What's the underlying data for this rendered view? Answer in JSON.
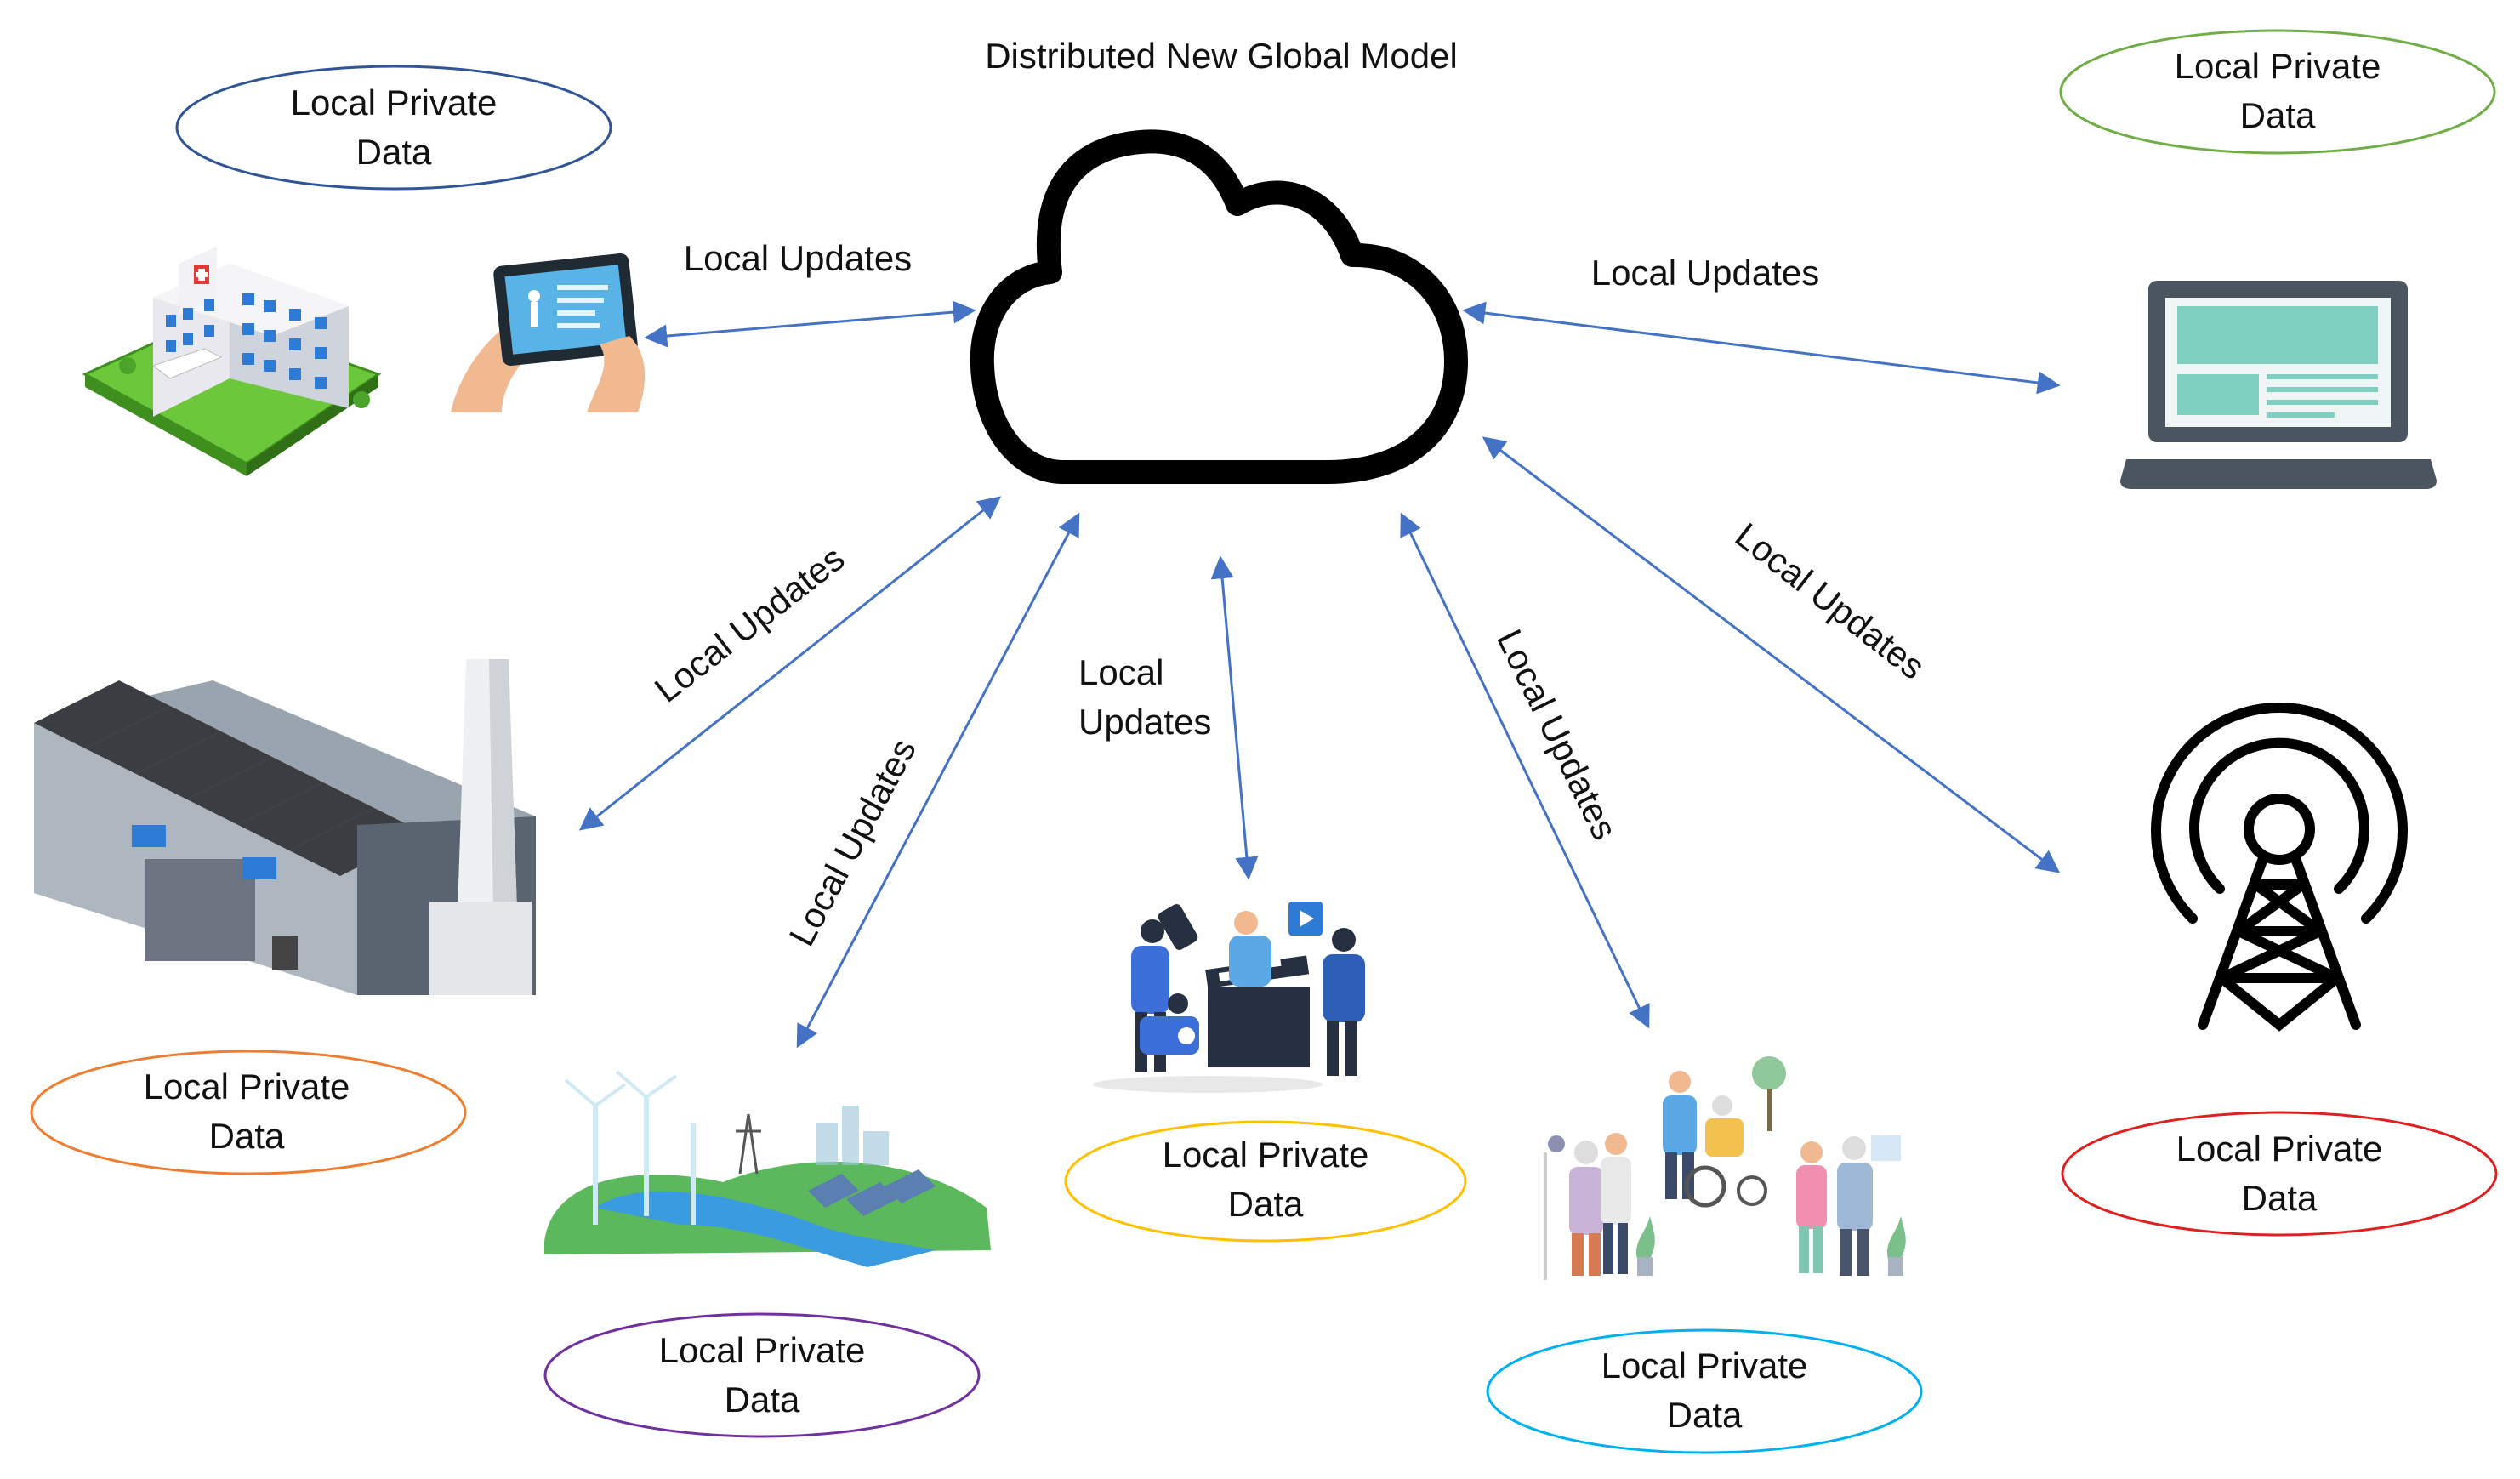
{
  "title": "Distributed New Global Model",
  "arrow_label": "Local Updates",
  "arrow_label_center_line1": "Local",
  "arrow_label_center_line2": "Updates",
  "data_label_line1": "Local Private",
  "data_label_line2": "Data",
  "colors": {
    "arrow": "#4472c4",
    "ellipse_hospital": "#2f5597",
    "ellipse_laptop": "#70ad47",
    "ellipse_factory": "#ed7d31",
    "ellipse_energy": "#7030a0",
    "ellipse_media": "#ffc000",
    "ellipse_care": "#00b0f0",
    "ellipse_tower": "#e02020"
  },
  "icons": [
    "cloud-icon",
    "hospital-icon",
    "tablet-icon",
    "laptop-icon",
    "factory-icon",
    "renewable-energy-icon",
    "media-people-icon",
    "elderly-care-icon",
    "cell-tower-icon"
  ]
}
